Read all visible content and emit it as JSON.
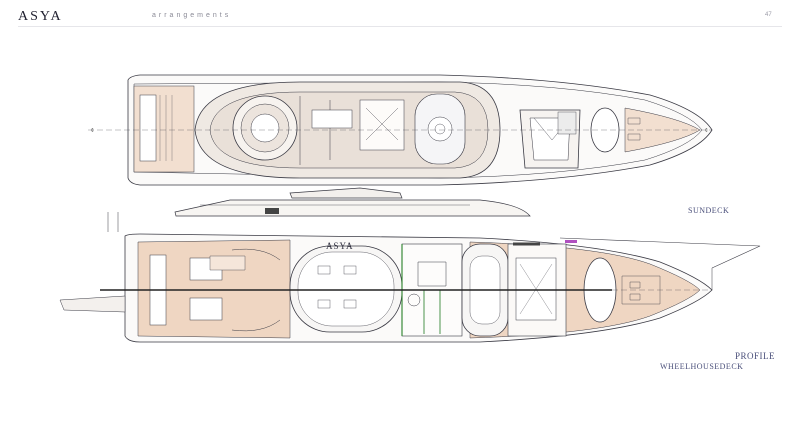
{
  "header": {
    "title": "ASYA",
    "subtitle": "arrangements",
    "page_number": "47"
  },
  "labels": {
    "sundeck": "SUNDECK",
    "profile": "PROFILE",
    "wheelhousedeck": "WHEELHOUSEDECK",
    "hull_name": "ASYA"
  },
  "colors": {
    "deck_teak": "#efd6c2",
    "outline": "#3a3a44",
    "light_fill": "#f4f1ee",
    "accent_green": "#3a8a3a",
    "accent_purple": "#b050c0"
  }
}
